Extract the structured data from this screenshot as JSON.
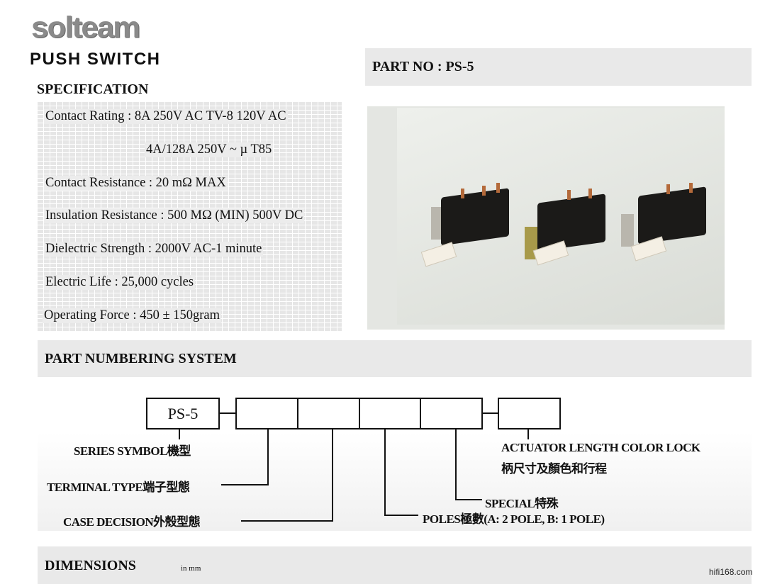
{
  "header": {
    "logo": "solteam",
    "title": "PUSH SWITCH",
    "part_no": "PART NO : PS-5"
  },
  "specification": {
    "heading": "SPECIFICATION",
    "rows": [
      "Contact Rating :  8A  250V AC  TV-8 120V AC",
      "4A/128A 250V ~ µ T85",
      "Contact Resistance : 20 mΩ MAX",
      "Insulation Resistance : 500 MΩ (MIN) 500V DC",
      "Dielectric Strength : 2000V AC-1 minute",
      "Electric Life : 25,000 cycles",
      "Operating  Force : 450 ± 150gram"
    ]
  },
  "part_numbering": {
    "heading": "PART NUMBERING SYSTEM",
    "series_box": "PS-5",
    "labels": {
      "series": "SERIES SYMBOL機型",
      "terminal": "TERMINAL TYPE端子型態",
      "case": "CASE DECISION外殼型態",
      "poles": "POLES極數(A: 2 POLE, B: 1 POLE)",
      "special": "SPECIAL特殊",
      "actuator_en": "ACTUATOR LENGTH COLOR LOCK",
      "actuator_zh": "柄尺寸及顏色和行程"
    }
  },
  "dimensions": {
    "heading": "DIMENSIONS",
    "unit": "in mm"
  },
  "watermark": "hifi168.com"
}
